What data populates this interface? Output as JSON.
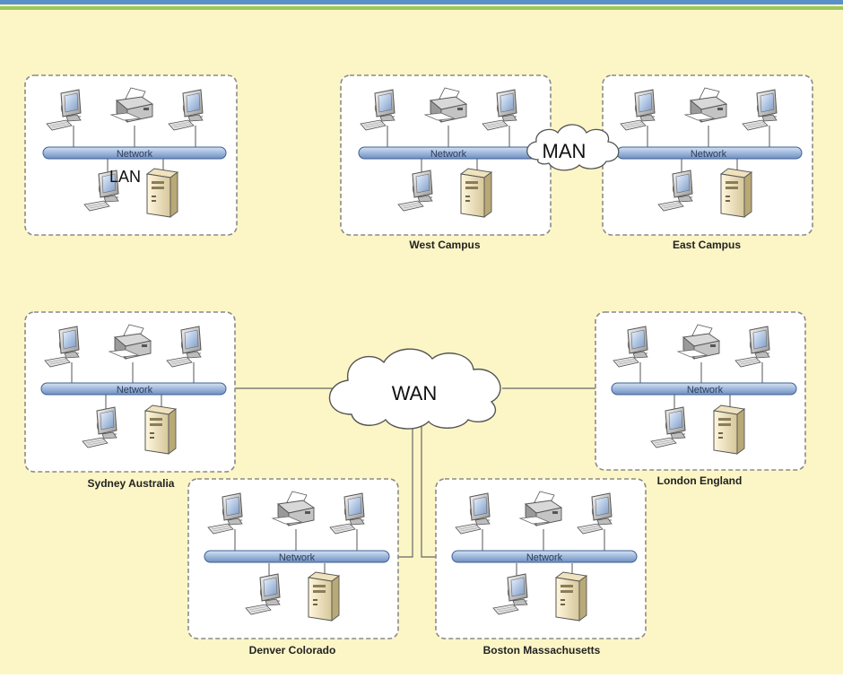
{
  "diagram": {
    "bus_label": "Network",
    "colors": {
      "background": "#fcf6c6",
      "top_stripe_blue": "#5b8fc9",
      "top_stripe_green": "#9ec85a",
      "bus_fill": "#a9bfe0",
      "bus_stroke": "#3e5f92",
      "box_border": "#8a8a8a",
      "cloud_fill": "#ffffff",
      "cloud_stroke": "#555555"
    },
    "labels": {
      "lan": "LAN",
      "man": "MAN",
      "wan": "WAN"
    },
    "sites": {
      "lan_site": "",
      "west_campus": "West Campus",
      "east_campus": "East Campus",
      "sydney": "Sydney Australia",
      "london": "London England",
      "denver": "Denver Colorado",
      "boston": "Boston Massachusetts"
    }
  }
}
